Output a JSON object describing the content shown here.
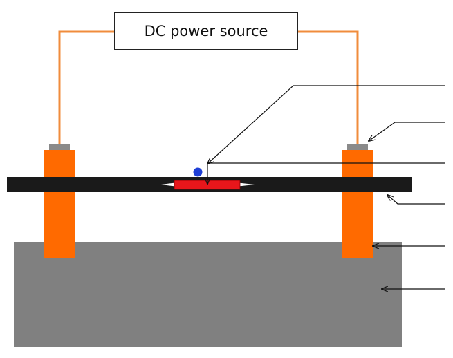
{
  "power_source": {
    "label": "DC power source"
  },
  "colors": {
    "wire": "#f08c3c",
    "electrode": "#ff6a00",
    "electrode_cap": "#8a8a8a",
    "strip": "#1a1a1a",
    "heated_zone": "#e8161b",
    "droplet": "#1f3fd6",
    "base_block": "#808080",
    "leader_line": "#111111"
  },
  "icons": {
    "droplet": "circle",
    "leader_arrow": "arrowhead"
  }
}
